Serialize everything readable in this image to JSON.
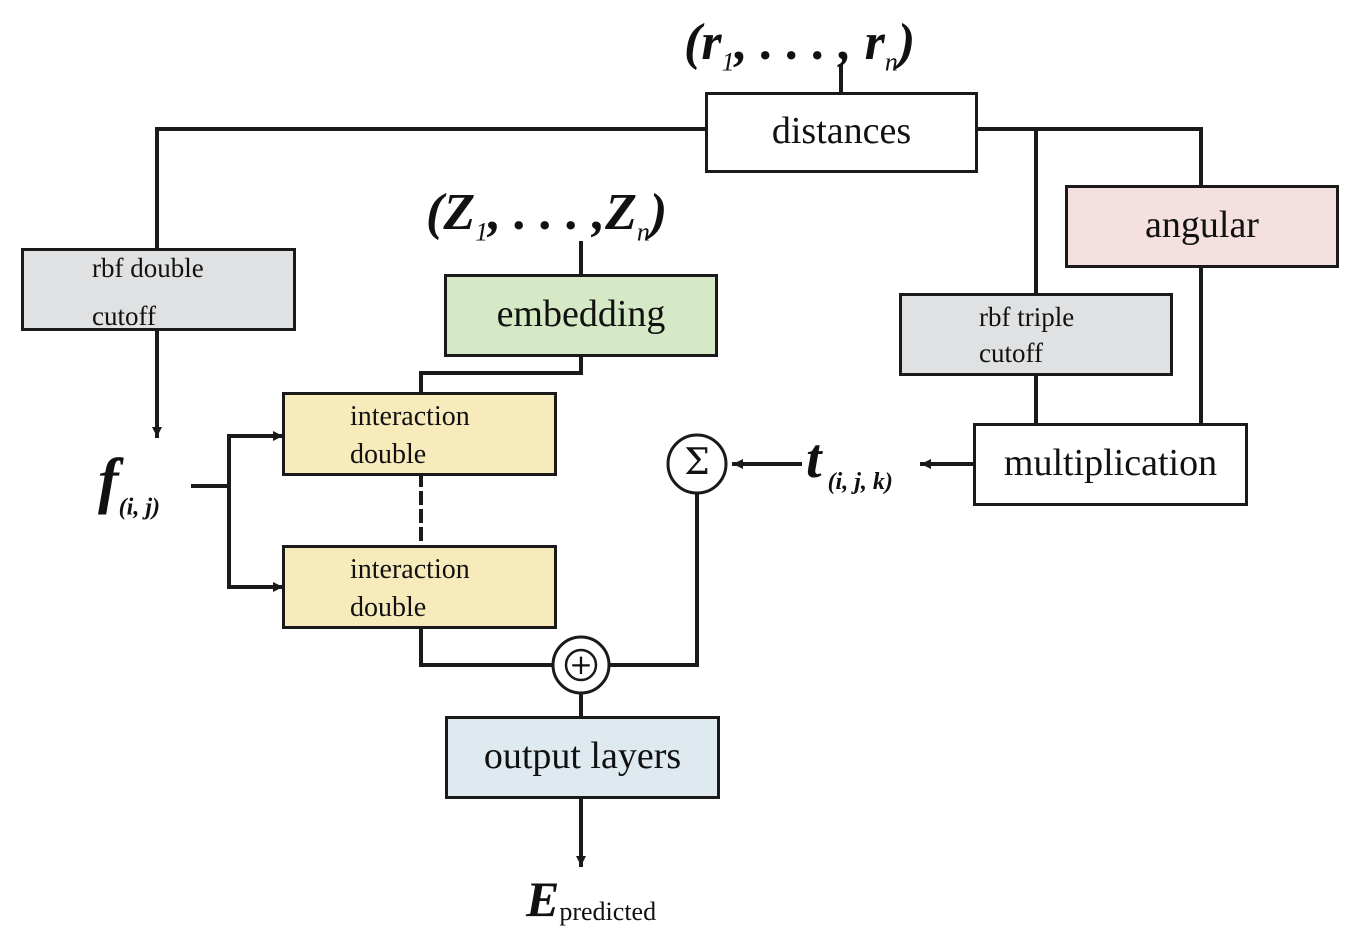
{
  "inputs": {
    "positions": {
      "open": "(",
      "r": "r",
      "r_first_sub": "1",
      "sep": ", . . . ,",
      "r_last_sub": "n",
      "close": ")"
    },
    "atomic_numbers": {
      "open": "(",
      "z": "Z",
      "z_first_sub": "1",
      "sep": ", . . . ,",
      "z_last_sub": "n",
      "close": ")"
    }
  },
  "boxes": {
    "distances": "distances",
    "angular": "angular",
    "rbf_double_line1": "rbf double",
    "rbf_double_line2": "cutoff",
    "rbf_triple_line1": "rbf triple",
    "rbf_triple_line2": "cutoff",
    "embedding": "embedding",
    "interaction1_line1": "interaction",
    "interaction1_line2": "double",
    "interaction2_line1": "interaction",
    "interaction2_line2": "double",
    "multiplication": "multiplication",
    "output_layers": "output layers"
  },
  "symbols": {
    "f": "f",
    "f_sub": "(i, j)",
    "t": "t",
    "t_sub": "(i, j, k)",
    "sum": "Σ",
    "plus": "+",
    "E": "E",
    "E_sub": "predicted"
  },
  "colors": {
    "distances": "#ffffff",
    "angular": "#f3e0df",
    "rbf": "#dfe1e2",
    "embedding": "#d6e9c6",
    "interaction": "#f8ebbb",
    "multiplication": "#ffffff",
    "output_layers": "#dfeaf0",
    "line": "#1a1a1a"
  }
}
